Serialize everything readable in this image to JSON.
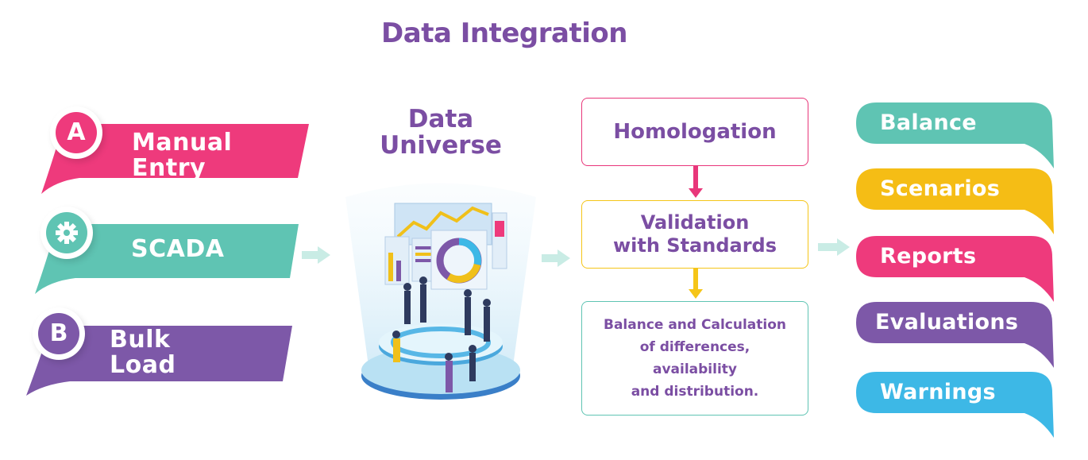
{
  "title": "Data Integration",
  "sources": [
    {
      "badge": "A",
      "label_line1": "Manual",
      "label_line2": "Entry",
      "color": "#ee3a7c",
      "badge_icon": "letter-badge"
    },
    {
      "badge": "",
      "label_line1": "SCADA",
      "label_line2": "",
      "color": "#5fc4b3",
      "badge_icon": "gear-icon"
    },
    {
      "badge": "B",
      "label_line1": "Bulk",
      "label_line2": "Load",
      "color": "#7d58a8",
      "badge_icon": "letter-badge"
    }
  ],
  "universe": {
    "line1": "Data",
    "line2": "Universe"
  },
  "process": {
    "homologation": "Homologation",
    "validation_line1": "Validation",
    "validation_line2": "with Standards",
    "balance_lines": [
      "Balance and Calculation",
      "of differences,",
      "availability",
      "and distribution."
    ]
  },
  "outputs": [
    {
      "label": "Balance",
      "color": "#5fc4b3"
    },
    {
      "label": "Scenarios",
      "color": "#f5bd15"
    },
    {
      "label": "Reports",
      "color": "#ee3a7c"
    },
    {
      "label": "Evaluations",
      "color": "#7d58a8"
    },
    {
      "label": "Warnings",
      "color": "#3db8e6"
    }
  ],
  "colors": {
    "title": "#7b4ea3",
    "arrow_light": "#c9ece5",
    "arrow_pink": "#e8367a",
    "arrow_yellow": "#f5c518"
  }
}
